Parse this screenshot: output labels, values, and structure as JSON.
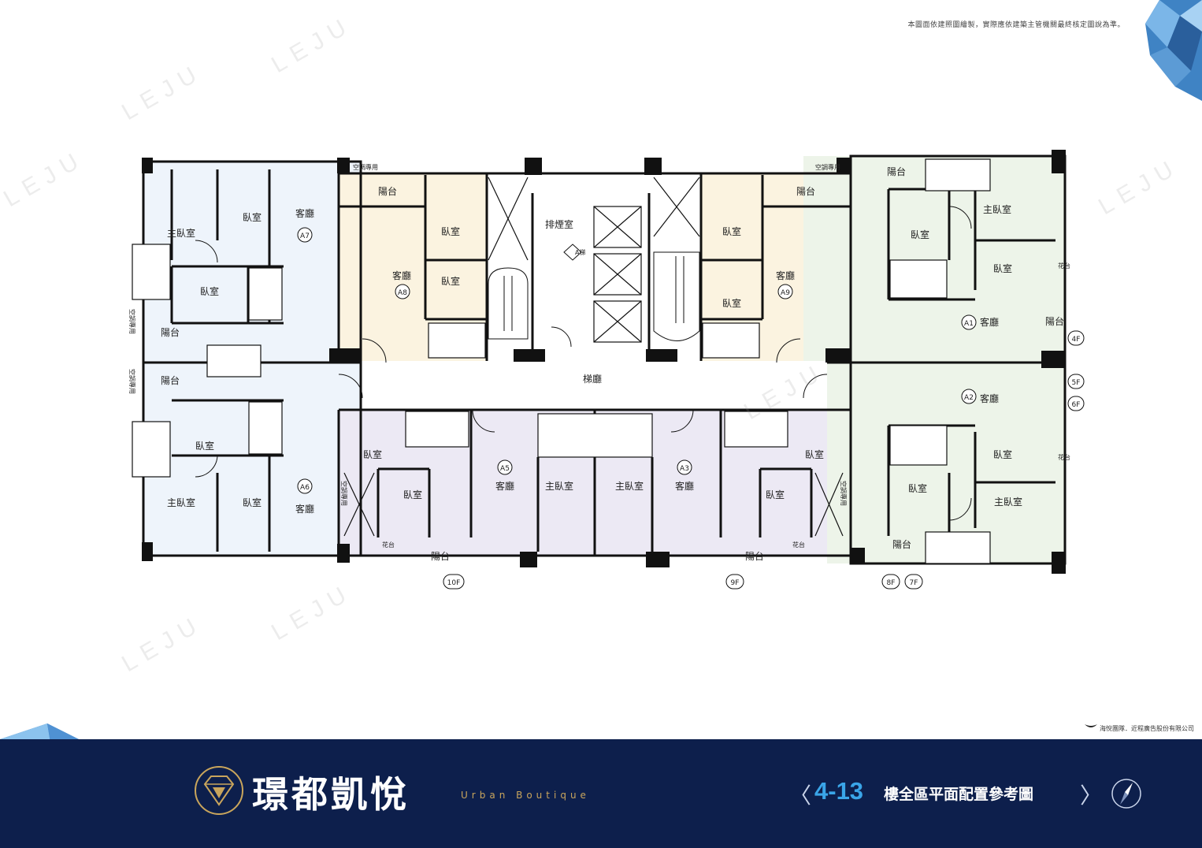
{
  "disclaimer": "本圖面依建照圖繪製，實際應依建築主管機關最終核定圖說為準。",
  "colors": {
    "blue_units": "#eef4fb",
    "yellow_units": "#fbf3e0",
    "purple_units": "#ece9f4",
    "green_units": "#edf4e9",
    "footer_bg": "#0d1f4c",
    "accent_gold": "#c9a55c",
    "accent_blue": "#3aa5e8"
  },
  "plan": {
    "lobby": "梯廳",
    "smoke_room": "排煙室",
    "stair_mark": "A梯",
    "units": [
      {
        "id": "A7",
        "rooms": [
          "主臥室",
          "臥室",
          "客廳",
          "臥室"
        ],
        "balcony": "陽台",
        "ac_label": "空調專用"
      },
      {
        "id": "A6",
        "rooms": [
          "臥室",
          "主臥室",
          "臥室",
          "客廳"
        ],
        "balcony": "陽台",
        "ac_label": "空調專用"
      },
      {
        "id": "A8",
        "rooms": [
          "陽台",
          "臥室",
          "客廳",
          "臥室"
        ],
        "ac_label": "空調專用"
      },
      {
        "id": "A9",
        "rooms": [
          "陽台",
          "臥室",
          "客廳",
          "臥室"
        ],
        "ac_label": "空調專用"
      },
      {
        "id": "A5",
        "rooms": [
          "臥室",
          "臥室",
          "客廳",
          "主臥室"
        ],
        "balcony": "陽台",
        "planter": "花台",
        "ac_label": "空調專用"
      },
      {
        "id": "A3",
        "rooms": [
          "主臥室",
          "客廳",
          "臥室",
          "臥室"
        ],
        "balcony": "陽台",
        "planter": "花台",
        "ac_label": "空調專用"
      },
      {
        "id": "A1",
        "rooms": [
          "陽台",
          "主臥室",
          "臥室",
          "臥室",
          "客廳"
        ],
        "balcony": "陽台",
        "planter": "花台"
      },
      {
        "id": "A2",
        "rooms": [
          "客廳",
          "臥室",
          "臥室",
          "主臥室"
        ],
        "balcony": "陽台",
        "planter": "花台"
      }
    ],
    "floor_tags": [
      "4F",
      "5F",
      "6F",
      "10F",
      "9F",
      "8F",
      "7F"
    ]
  },
  "footer": {
    "brand_title": "璟都凱悅",
    "brand_sub": "Urban Boutique",
    "nav_prev": "〈",
    "nav_next": "〉",
    "floor_range": "4-13",
    "plan_caption": "樓全區平面配置參考圖",
    "compass_icon": "north-arrow-icon"
  },
  "credits": "海悅團隊．近程廣告股份有限公司",
  "watermark": "LEJU"
}
